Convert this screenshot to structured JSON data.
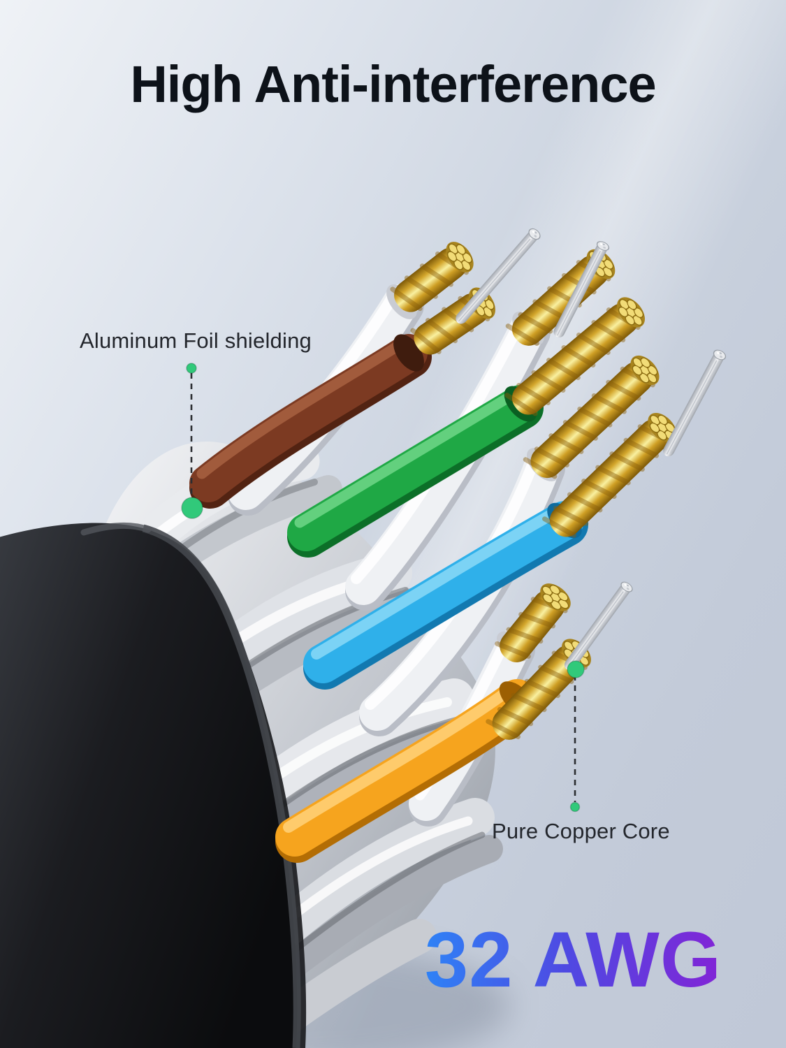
{
  "title": {
    "text": "High Anti-interference"
  },
  "callouts": {
    "foil": {
      "label": "Aluminum Foil shielding"
    },
    "copper": {
      "label": "Pure Copper Core"
    }
  },
  "spec": {
    "gauge": "32 AWG"
  },
  "colors": {
    "title-text": "#0d1219",
    "label-text": "#23262c",
    "callout-dot": "#31c97a",
    "callout-line": "#2b2d31",
    "awg-blue": "#2e82f6",
    "awg-indigo": "#4f49e2",
    "awg-purple": "#8224d6",
    "wire-brown": "#7c3a22",
    "wire-green": "#1fa845",
    "wire-blue": "#2fb0ea",
    "wire-orange": "#f6a41e",
    "copper-gold": "#d9ab2e",
    "foil-silver": "#d6d9de",
    "jacket-black": "#141519"
  }
}
